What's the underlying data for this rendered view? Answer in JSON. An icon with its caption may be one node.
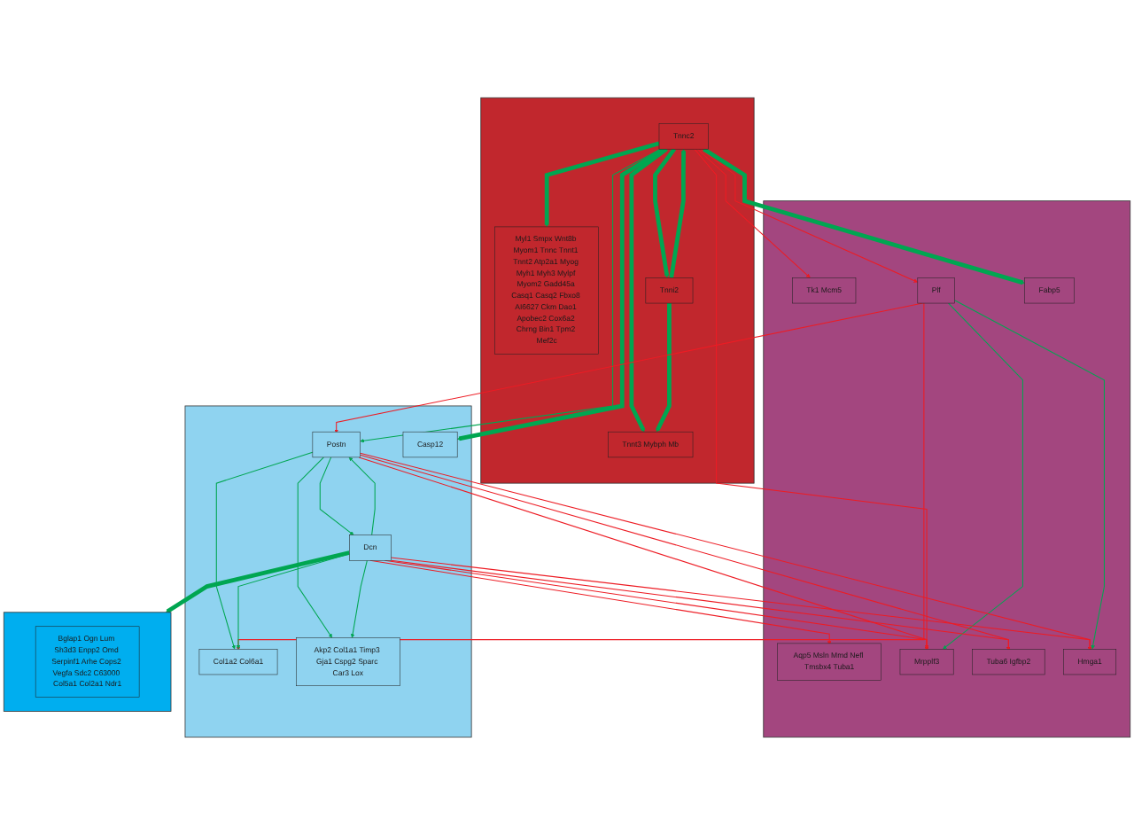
{
  "diagram": {
    "nodes": [
      {
        "text": [],
        "shape": "box"
      },
      {
        "text": [
          "Tk1 Mcm5"
        ],
        "in": 0
      },
      {
        "text": [
          "Aqp5 Msln Mmd Nefl Tmsbx4 Tuba1"
        ],
        "in": 0
      },
      {
        "text": [
          "Mrpplf3"
        ],
        "in": 0
      },
      {
        "text": [
          "Tuba6 Igfbp2"
        ],
        "in": 0
      },
      {
        "text": [
          "Hmga1"
        ],
        "in": 0
      },
      {
        "text": [
          "Plf"
        ],
        "in": 0
      },
      {
        "text": [
          "Fabp5"
        ],
        "in": 0
      },
      {
        "text": [],
        "shape": "box"
      },
      {
        "text": [
          "Col1a2 Col6a1"
        ],
        "in": 8
      },
      {
        "text": [
          "Postn"
        ],
        "in": 8
      },
      {
        "text": [
          "Dcn"
        ],
        "in": 8
      },
      {
        "text": [
          "Casp12"
        ],
        "in": 8
      },
      {
        "text": [
          "Akp2 Col1a1 Timp3 Gja1 Cspg2 Sparc Car3 Lox"
        ],
        "in": 8
      },
      {
        "text": [],
        "shape": "box"
      },
      {
        "text": [
          "Tnnc2"
        ],
        "in": 14
      },
      {
        "text": [
          "Myl1 Smpx Wnt8b Myom1 Tnnc Tnnt1 Tnnt2 Atp2a1 Myog Myh1 Myh3 Mylpf Myom2 Gadd45a Casq1 Casq2 Fbxo8 AI6627 Ckm Dao1 Apobec2 Cox6a2 Chrng Bin1 Tpm2 Mef2c"
        ],
        "in": 14
      },
      {
        "text": [
          "Tnni2"
        ],
        "in": 14
      },
      {
        "text": [
          "Tnnt3 Mybph Mb"
        ],
        "in": 14
      },
      {
        "text": [],
        "shape": "box"
      },
      {
        "text": [
          "Bglap1 Ogn Lum Sh3d3 Enpp2 Omd Serpinf1 Arhe Cops2 Vegfa Sdc2 C63000 Col5a1 Col2a1 Ndr1"
        ],
        "in": 19
      }
    ],
    "edges": [
      {
        "from": 15,
        "to": 1,
        "arrow": "to",
        "color": "#ed1c24"
      },
      {
        "from": 15,
        "to": 3,
        "arrow": "to",
        "color": "#ed1c24"
      },
      {
        "from": 15,
        "to": 6,
        "arrow": "to",
        "color": "#ed1c24"
      },
      {
        "from": 15,
        "to": 7,
        "arrow": "to",
        "style": "thick"
      },
      {
        "from": 15,
        "to": 12,
        "arrow": "to",
        "style": "thick"
      },
      {
        "from": 15,
        "to": 10,
        "arrow": "to"
      },
      {
        "from": 15,
        "to": 16,
        "arrow": "to",
        "style": "thick"
      },
      {
        "from": 15,
        "to": 17,
        "arrow": "to",
        "style": "thick"
      },
      {
        "from": 17,
        "to": 15,
        "arrow": "to",
        "style": "thick"
      },
      {
        "from": 15,
        "to": 18,
        "arrow": "to",
        "style": "thick"
      },
      {
        "from": 17,
        "to": 18,
        "arrow": "to",
        "style": "thick"
      },
      {
        "from": 6,
        "to": 5,
        "arrow": "to"
      },
      {
        "from": 6,
        "to": 3,
        "arrow": "to"
      },
      {
        "from": 6,
        "to": 9,
        "arrow": "to",
        "color": "#ed1c24"
      },
      {
        "from": 6,
        "to": 10,
        "arrow": "to",
        "color": "#ed1c24"
      },
      {
        "from": 10,
        "to": 4,
        "arrow": "to",
        "color": "#ed1c24"
      },
      {
        "from": 11,
        "to": 4,
        "arrow": "to",
        "color": "#ed1c24"
      },
      {
        "from": 11,
        "to": 2,
        "arrow": "to",
        "color": "#ed1c24"
      },
      {
        "from": 10,
        "to": 5,
        "arrow": "to",
        "color": "#ed1c24"
      },
      {
        "from": 11,
        "to": 5,
        "arrow": "to",
        "color": "#ed1c24"
      },
      {
        "from": 10,
        "to": 3,
        "arrow": "to",
        "color": "#ed1c24"
      },
      {
        "from": 11,
        "to": 3,
        "arrow": "to",
        "color": "#ed1c24"
      },
      {
        "from": 10,
        "to": 11,
        "arrow": "to"
      },
      {
        "from": 11,
        "to": 10,
        "arrow": "to"
      },
      {
        "from": 10,
        "to": 9,
        "arrow": "to"
      },
      {
        "from": 11,
        "to": 9,
        "arrow": "to"
      },
      {
        "from": 11,
        "to": 19,
        "arrow": "to",
        "style": "thick"
      },
      {
        "from": 10,
        "to": 13,
        "arrow": "to"
      },
      {
        "from": 11,
        "to": 13,
        "arrow": "to"
      }
    ]
  }
}
